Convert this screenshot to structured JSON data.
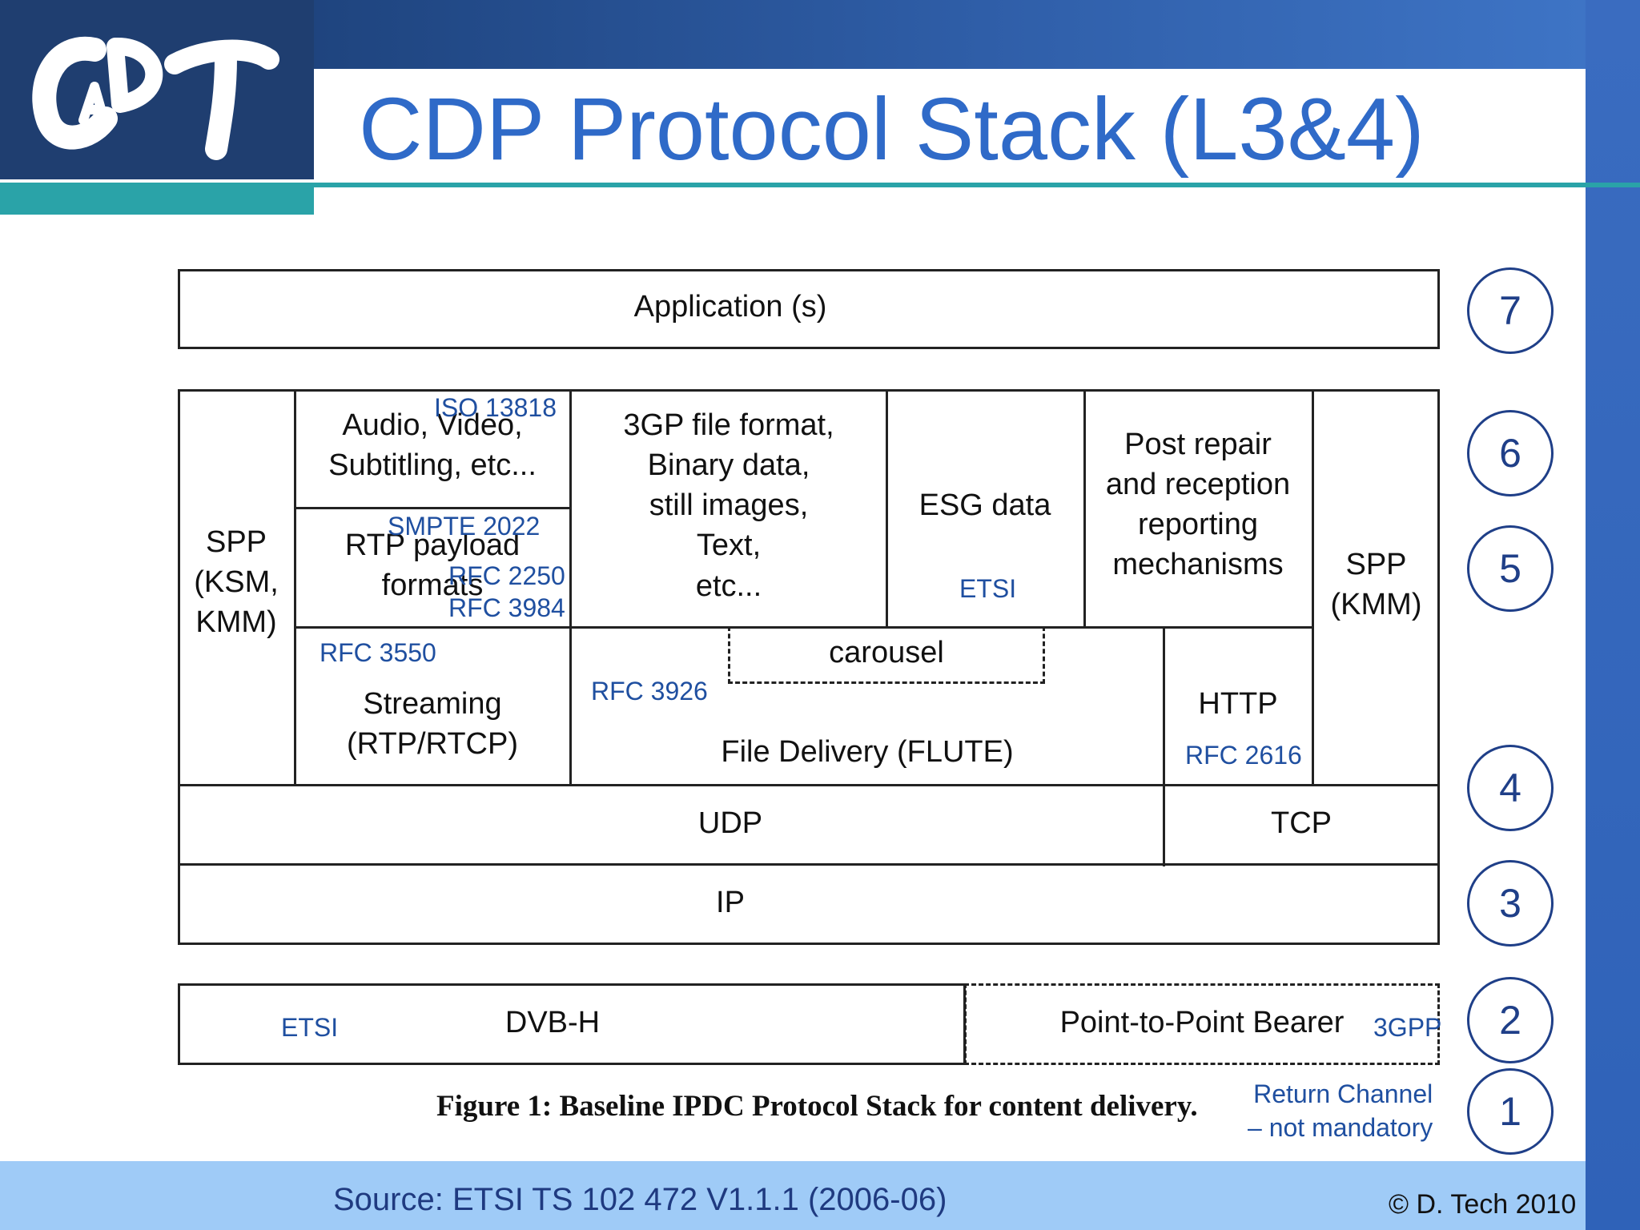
{
  "slide": {
    "title": "CDP Protocol Stack (L3&4)",
    "source": "Source: ETSI TS 102 472 V1.1.1 (2006-06)",
    "copyright": "© D. Tech 2010",
    "figure_caption": "Figure 1: Baseline IPDC Protocol Stack for content delivery.",
    "logo_alt": "CADT",
    "colors": {
      "title": "#2f6ac8",
      "reference": "#1f4fa0",
      "band": "#1f3e70",
      "teal": "#2aa3a8",
      "footer": "#9fcbf7"
    }
  },
  "diagram": {
    "application": "Application (s)",
    "spp_left": "SPP\n(KSM,\nKMM)",
    "audio_video": "Audio, Video,\nSubtitling, etc...",
    "rtp_payload": "RTP payload\nformats",
    "file_formats": "3GP file format,\nBinary data,\nstill images,\nText,\netc...",
    "esg_data": "ESG data",
    "post_repair": "Post repair\nand reception\nreporting\nmechanisms",
    "spp_right": "SPP\n(KMM)",
    "carousel": "carousel",
    "streaming": "Streaming\n(RTP/RTCP)",
    "flute": "File Delivery (FLUTE)",
    "http": "HTTP",
    "udp": "UDP",
    "tcp": "TCP",
    "ip": "IP",
    "dvbh": "DVB-H",
    "p2p": "Point-to-Point Bearer"
  },
  "references": {
    "iso": "ISO 13818",
    "smpte": "SMPTE 2022",
    "rfc2250": "RFC 2250",
    "rfc3984": "RFC 3984",
    "etsi_esg": "ETSI",
    "rfc3550": "RFC 3550",
    "rfc3926": "RFC 3926",
    "rfc2616": "RFC 2616",
    "etsi_dvb": "ETSI",
    "gpp": "3GPP",
    "return_channel": "Return Channel\n– not mandatory"
  },
  "layers": [
    "7",
    "6",
    "5",
    "4",
    "3",
    "2",
    "1"
  ]
}
